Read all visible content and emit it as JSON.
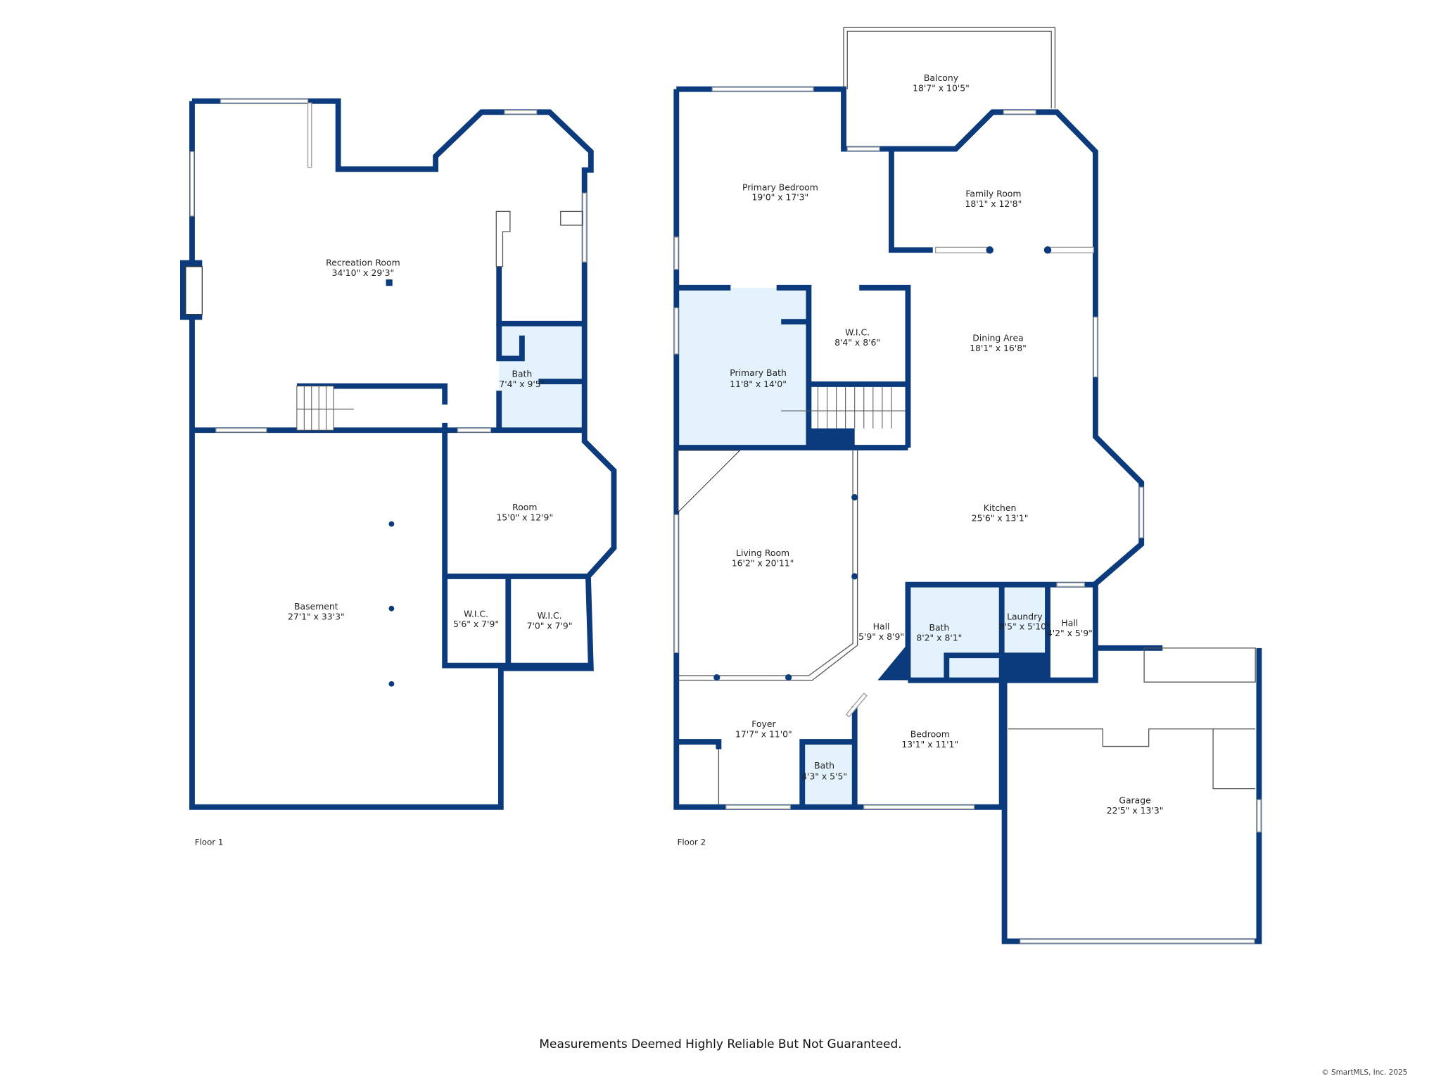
{
  "colors": {
    "wall": "#0b3b7c",
    "bath_fill": "#e3f2fc"
  },
  "floor1": {
    "label": "Floor 1",
    "rooms": [
      {
        "name": "Recreation Room",
        "dims": "34'10\" x 29'3\""
      },
      {
        "name": "Bath",
        "dims": "7'4\" x 9'5\""
      },
      {
        "name": "Room",
        "dims": "15'0\" x 12'9\""
      },
      {
        "name": "Basement",
        "dims": "27'1\" x 33'3\""
      },
      {
        "name": "W.I.C.",
        "dims": "5'6\" x 7'9\""
      },
      {
        "name": "W.I.C.",
        "dims": "7'0\" x 7'9\""
      }
    ]
  },
  "floor2": {
    "label": "Floor 2",
    "rooms": [
      {
        "name": "Balcony",
        "dims": "18'7\" x 10'5\""
      },
      {
        "name": "Primary Bedroom",
        "dims": "19'0\" x 17'3\""
      },
      {
        "name": "Family Room",
        "dims": "18'1\" x 12'8\""
      },
      {
        "name": "W.I.C.",
        "dims": "8'4\" x 8'6\""
      },
      {
        "name": "Dining Area",
        "dims": "18'1\" x 16'8\""
      },
      {
        "name": "Primary Bath",
        "dims": "11'8\" x 14'0\""
      },
      {
        "name": "Kitchen",
        "dims": "25'6\" x 13'1\""
      },
      {
        "name": "Living Room",
        "dims": "16'2\" x 20'11\""
      },
      {
        "name": "Hall",
        "dims": "5'9\" x 8'9\""
      },
      {
        "name": "Bath",
        "dims": "8'2\" x 8'1\""
      },
      {
        "name": "Laundry",
        "dims": "8'5\" x 5'10\""
      },
      {
        "name": "Hall",
        "dims": "4'2\" x 5'9\""
      },
      {
        "name": "Foyer",
        "dims": "17'7\" x 11'0\""
      },
      {
        "name": "Bedroom",
        "dims": "13'1\" x 11'1\""
      },
      {
        "name": "Bath",
        "dims": "4'3\" x 5'5\""
      },
      {
        "name": "Garage",
        "dims": "22'5\" x 13'3\""
      }
    ]
  },
  "footer": {
    "disclaimer": "Measurements Deemed Highly Reliable But Not Guaranteed.",
    "copyright": "© SmartMLS, Inc. 2025"
  }
}
